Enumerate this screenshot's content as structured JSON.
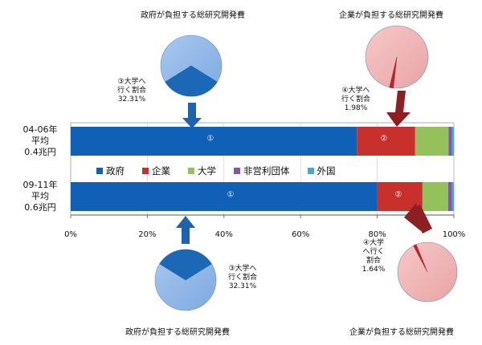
{
  "chart_data": {
    "type": "stacked_bar_horizontal",
    "categories": [
      "政府",
      "企業",
      "大学",
      "非営利団体",
      "外国"
    ],
    "colors": {
      "政府": "#1060b8",
      "企業": "#c8302c",
      "大学": "#94c15c",
      "非営利団体": "#7b5aa8",
      "外国": "#4ea6cf"
    },
    "rows": [
      {
        "label_lines": [
          "04-06年",
          "平均",
          "0.4兆円"
        ],
        "marker": "①",
        "marker2": "②",
        "values": [
          74.7,
          15.2,
          8.7,
          0.9,
          0.5
        ]
      },
      {
        "label_lines": [
          "09-11年",
          "平均",
          "0.6兆円"
        ],
        "marker": "①",
        "marker2": "②",
        "values": [
          80.0,
          11.8,
          6.7,
          1.0,
          0.5
        ]
      }
    ],
    "x_ticks": [
      "0%",
      "20%",
      "40%",
      "60%",
      "80%",
      "100%"
    ],
    "xlim": [
      0,
      100
    ]
  },
  "pies": {
    "top_left": {
      "title": "政府が負担する総研究開発費",
      "annotation": [
        "③大学へ",
        "行く割合",
        "32.31%"
      ],
      "share": 32.31
    },
    "bottom_left": {
      "title": "政府が負担する総研究開発費",
      "annotation": [
        "③大学へ",
        "行く割合",
        "32.31%"
      ],
      "share": 32.31
    },
    "top_right": {
      "title": "企業が負担する総研究開発費",
      "annotation": [
        "④大学へ",
        "行く割合",
        "1.98%"
      ],
      "share": 1.98
    },
    "bottom_right": {
      "title": "企業が負担する総研究開発費",
      "annotation": [
        "④大学",
        "へ行く",
        "割合",
        "1.64%"
      ],
      "share": 1.64
    }
  }
}
